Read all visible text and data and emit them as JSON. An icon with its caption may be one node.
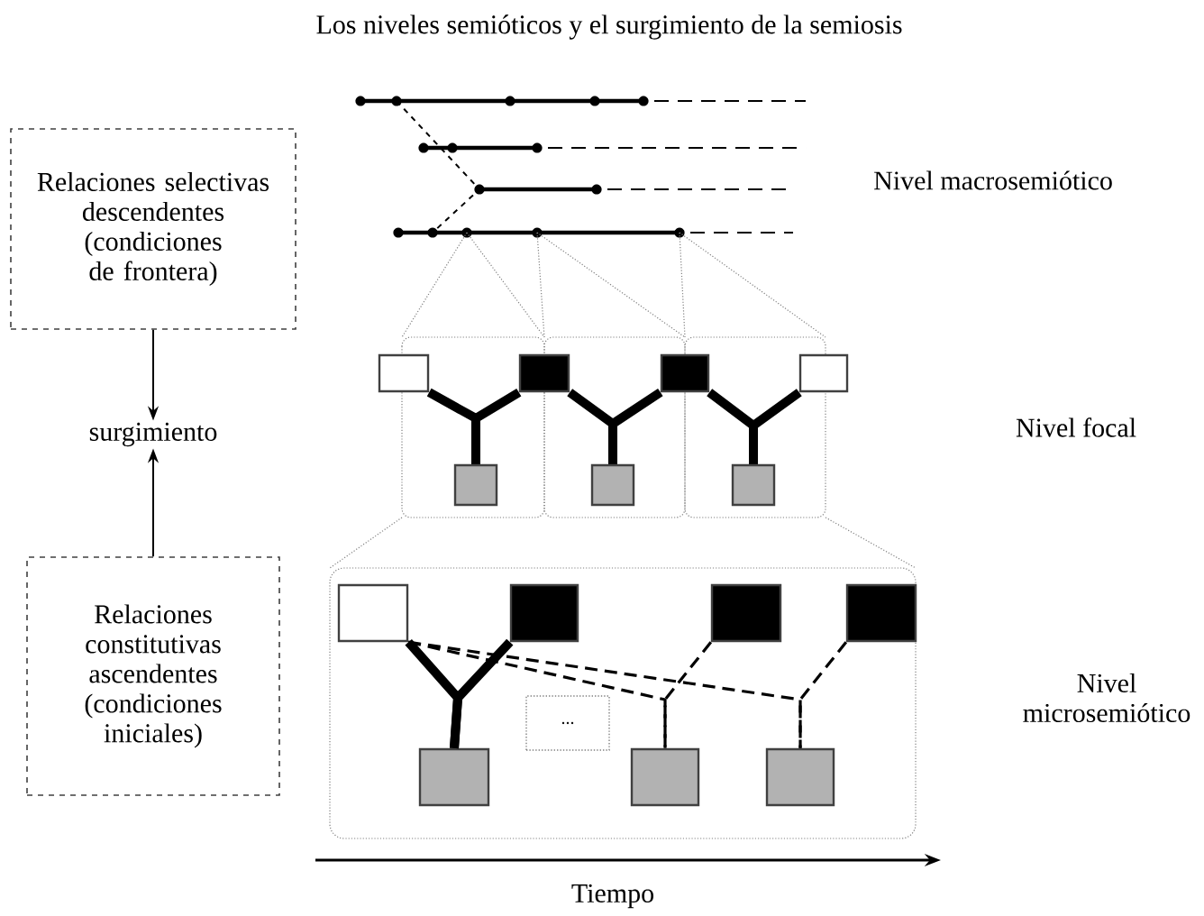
{
  "diagram": {
    "title": "Los niveles semióticos y el surgimiento de la semiosis",
    "nodes": [
      {
        "text": [
          "Relaciones selectivas descendentes (condiciones de frontera)"
        ]
      },
      {
        "text": [
          "surgimiento"
        ]
      },
      {
        "text": [
          "Relaciones constitutivas ascendentes (condiciones iniciales)"
        ]
      },
      {
        "text": [],
        "shape": "box"
      },
      {
        "text": [],
        "shape": "box"
      },
      {
        "text": [],
        "shape": "box"
      },
      {
        "text": [],
        "shape": "box"
      },
      {
        "text": [],
        "shape": "box"
      },
      {
        "text": [],
        "shape": "box"
      },
      {
        "text": [],
        "shape": "box"
      },
      {
        "text": [],
        "shape": "box"
      },
      {
        "text": [],
        "shape": "box"
      },
      {
        "text": [],
        "shape": "box"
      },
      {
        "text": [],
        "shape": "box"
      },
      {
        "text": [
          "..."
        ]
      },
      {
        "text": [],
        "shape": "box"
      },
      {
        "text": [],
        "shape": "box"
      },
      {
        "text": [],
        "shape": "box"
      }
    ],
    "edges": [
      {
        "from": 0,
        "to": 1,
        "arrow": "to"
      },
      {
        "from": 2,
        "to": 1,
        "arrow": "to"
      },
      {
        "from": 3,
        "to": 7,
        "arrow": "none"
      },
      {
        "from": 4,
        "to": 7,
        "arrow": "none"
      },
      {
        "from": 4,
        "to": 8,
        "arrow": "none"
      },
      {
        "from": 5,
        "to": 8,
        "arrow": "none"
      },
      {
        "from": 5,
        "to": 9,
        "arrow": "none"
      },
      {
        "from": 6,
        "to": 9,
        "arrow": "none"
      },
      {
        "from": 10,
        "to": 15,
        "arrow": "none"
      },
      {
        "from": 11,
        "to": 15,
        "arrow": "none"
      },
      {
        "from": 10,
        "to": 16,
        "arrow": "none",
        "style": "dashed"
      },
      {
        "from": 12,
        "to": 16,
        "arrow": "none",
        "style": "dashed"
      },
      {
        "from": 10,
        "to": 17,
        "arrow": "none",
        "style": "dashed"
      },
      {
        "from": 13,
        "to": 17,
        "arrow": "none",
        "style": "dashed"
      }
    ],
    "labels": [
      "Nivel macrosemiótico",
      "Nivel focal",
      "Nivel microsemiótico",
      "Tiempo"
    ]
  }
}
